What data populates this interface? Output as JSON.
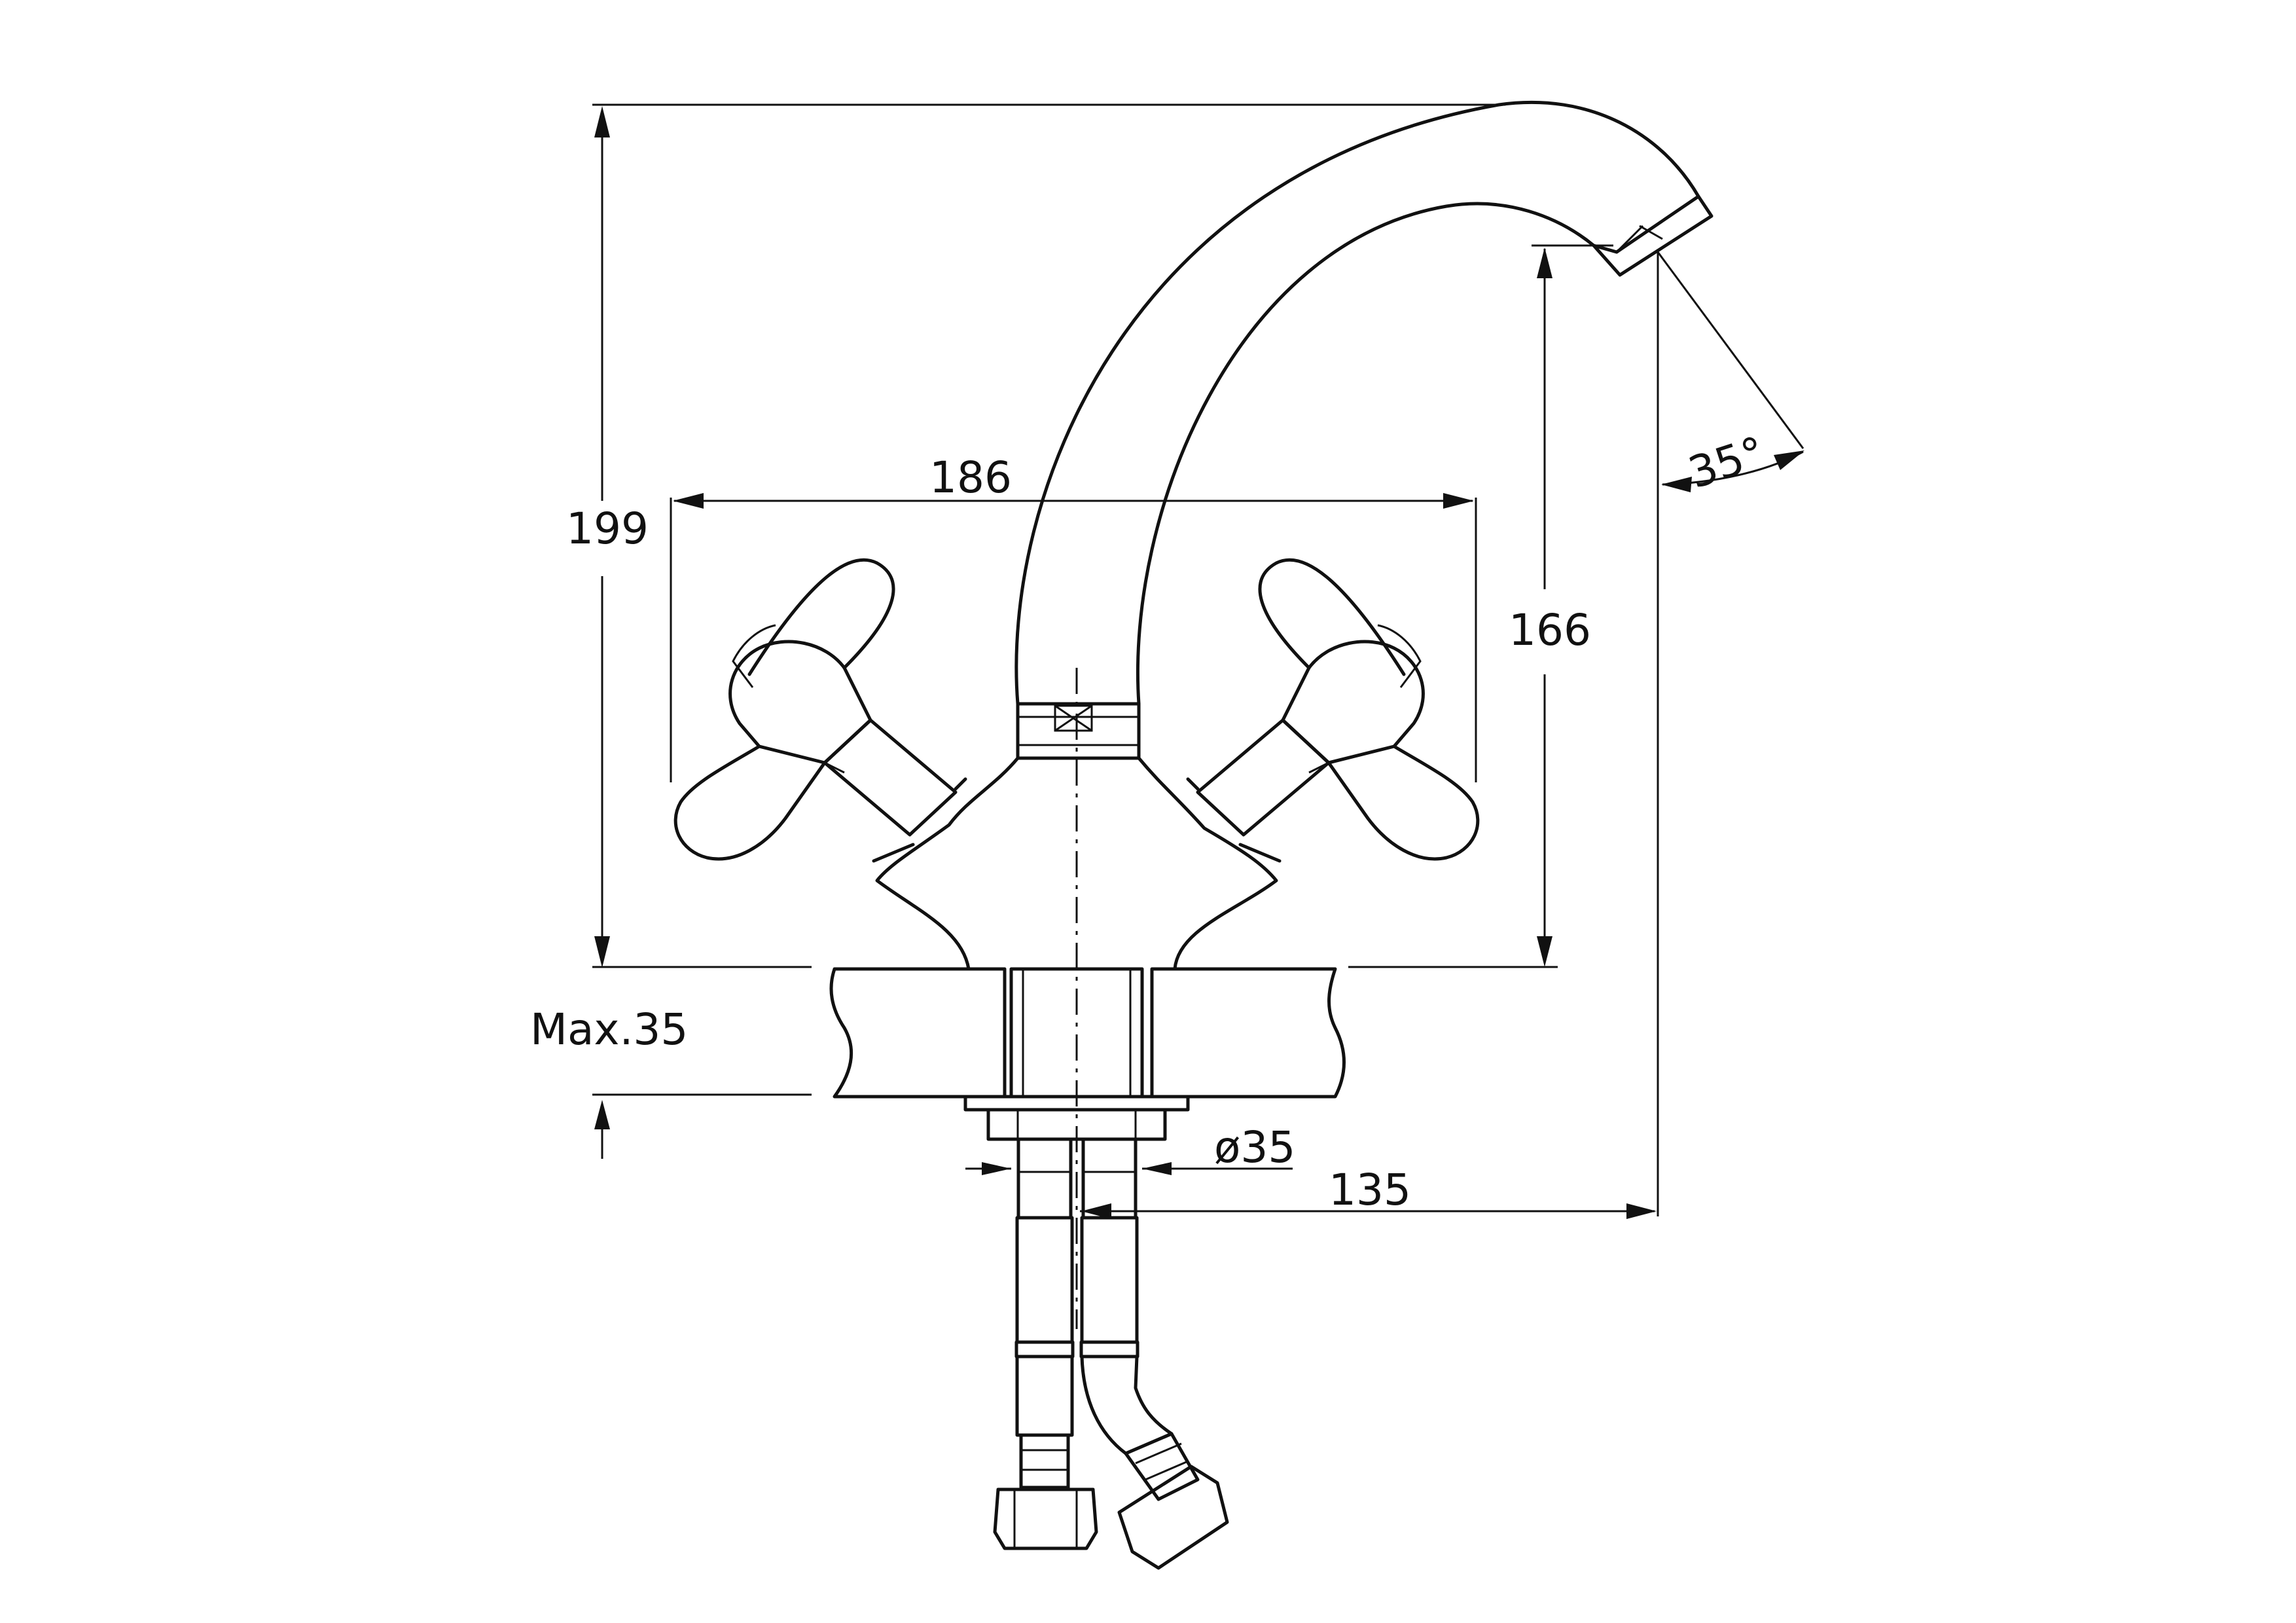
{
  "dimensions": {
    "overall_height": "199",
    "handle_span": "186",
    "spout_height": "166",
    "max_thickness": "Max.35",
    "hole_diameter": "ø35",
    "spout_reach": "135",
    "spout_angle": "35°"
  }
}
